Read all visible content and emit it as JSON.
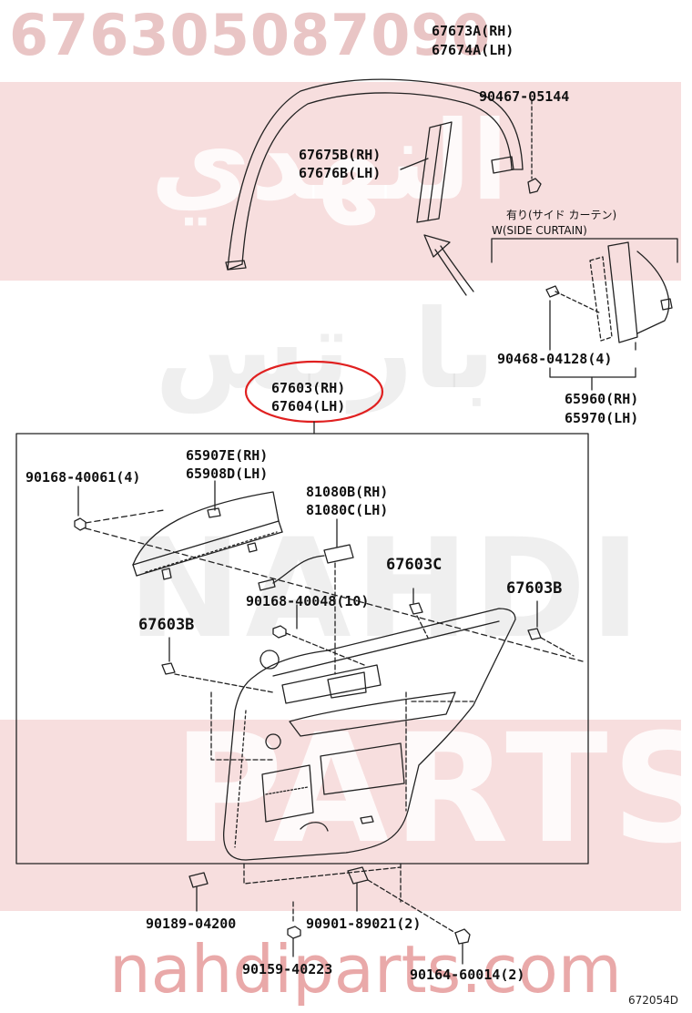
{
  "watermark": {
    "part_number": "676305087090",
    "arabic_brand_1": "النهدي",
    "arabic_brand_2": "بارتس",
    "brand_nahdi": "NAHDI",
    "brand_parts": "PARTS",
    "url": "nahdiparts.com"
  },
  "parts": {
    "moulding_rh": "67673A(RH)",
    "moulding_lh": "67674A(LH)",
    "clip_top": "90467-05144",
    "garnish_rh": "67675B(RH)",
    "garnish_lh": "67676B(LH)",
    "side_curtain_jp": "有り(サイド カーテン)",
    "side_curtain_en": "W(SIDE CURTAIN)",
    "screw_curtain": "90468-04128(4)",
    "curtain_rh": "65960(RH)",
    "curtain_lh": "65970(LH)",
    "panel_rh": "67603(RH)",
    "panel_lh": "67604(LH)",
    "bolt_upper": "90168-40061(4)",
    "weatherstrip_rh": "65907E(RH)",
    "weatherstrip_lh": "65908D(LH)",
    "switch_rh": "81080B(RH)",
    "switch_lh": "81080C(LH)",
    "screw_switch": "90168-40048(10)",
    "clip_c": "67603C",
    "clip_b_right": "67603B",
    "clip_b_left": "67603B",
    "clip_lower_left": "90189-04200",
    "clip_lower_mid": "90901-89021(2)",
    "screw_lower_left": "90159-40223",
    "screw_lower_right": "90164-60014(2)"
  },
  "figure_number": "672054D",
  "colors": {
    "highlight": "#e02020",
    "watermark_band": "#f0c3c3",
    "line": "#222222"
  }
}
